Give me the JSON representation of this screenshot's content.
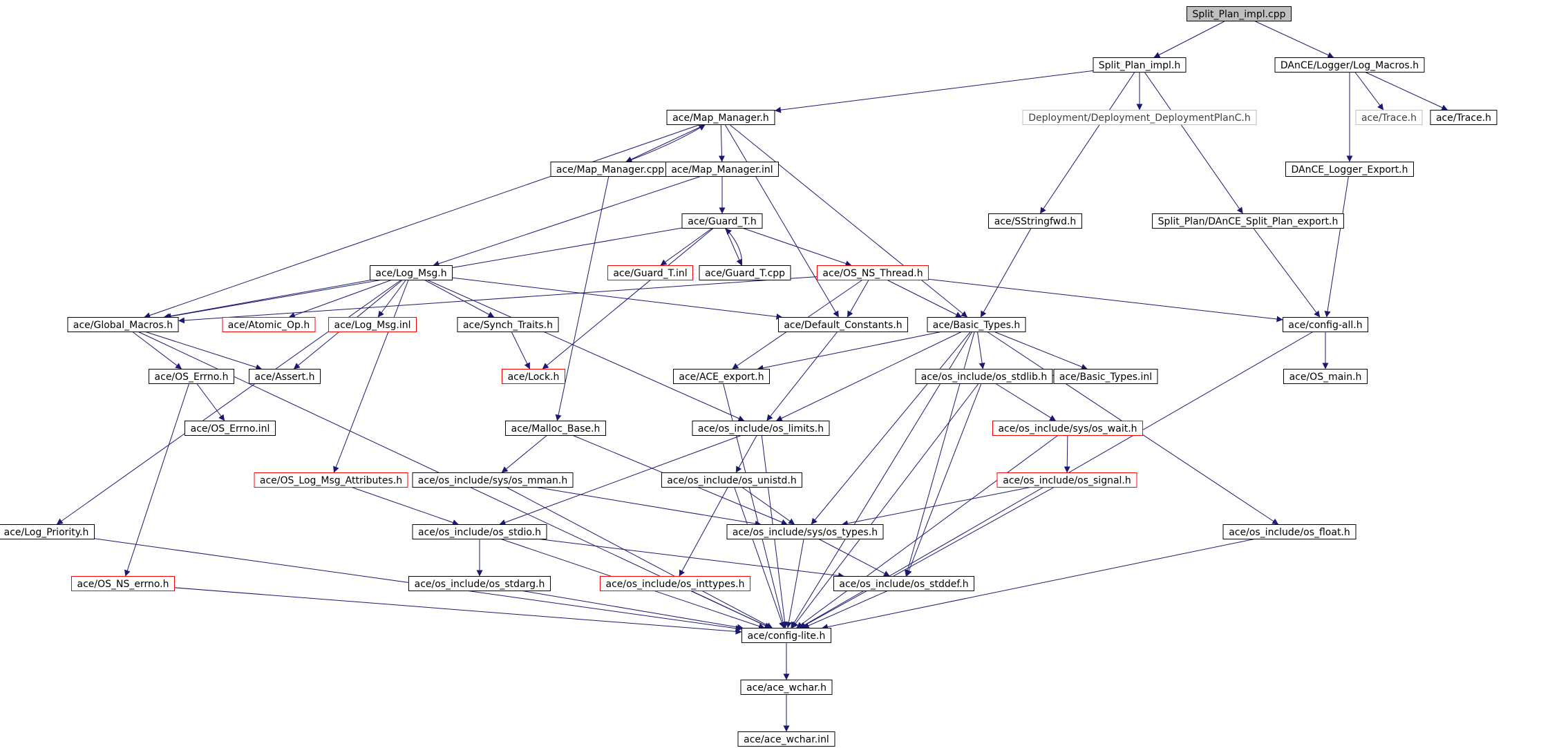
{
  "colors": {
    "background": "#ffffff",
    "edge": "#191970",
    "node_normal_border": "#000000",
    "node_truncated_border": "#ff0000",
    "node_external_border": "#bfbfbf",
    "node_root_fill": "#bfbfbf",
    "text": "#000000",
    "external_text": "#404040"
  },
  "nodes": [
    {
      "id": "root",
      "label": "Split_Plan_impl.cpp",
      "kind": "root"
    },
    {
      "id": "split_plan_h",
      "label": "Split_Plan_impl.h",
      "kind": "normal"
    },
    {
      "id": "log_macros",
      "label": "DAnCE/Logger/Log_Macros.h",
      "kind": "normal"
    },
    {
      "id": "map_manager_h",
      "label": "ace/Map_Manager.h",
      "kind": "normal"
    },
    {
      "id": "deployment_planc",
      "label": "Deployment/Deployment_DeploymentPlanC.h",
      "kind": "external"
    },
    {
      "id": "trace_gray",
      "label": "ace/Trace.h",
      "kind": "external"
    },
    {
      "id": "trace_h",
      "label": "ace/Trace.h",
      "kind": "normal"
    },
    {
      "id": "map_manager_cpp",
      "label": "ace/Map_Manager.cpp",
      "kind": "normal"
    },
    {
      "id": "map_manager_inl",
      "label": "ace/Map_Manager.inl",
      "kind": "normal"
    },
    {
      "id": "dance_logger_export",
      "label": "DAnCE_Logger_Export.h",
      "kind": "normal"
    },
    {
      "id": "guard_t_h",
      "label": "ace/Guard_T.h",
      "kind": "normal"
    },
    {
      "id": "sstringfwd",
      "label": "ace/SStringfwd.h",
      "kind": "normal"
    },
    {
      "id": "split_plan_export",
      "label": "Split_Plan/DAnCE_Split_Plan_export.h",
      "kind": "normal"
    },
    {
      "id": "log_msg_h",
      "label": "ace/Log_Msg.h",
      "kind": "normal"
    },
    {
      "id": "guard_t_inl",
      "label": "ace/Guard_T.inl",
      "kind": "truncated"
    },
    {
      "id": "guard_t_cpp",
      "label": "ace/Guard_T.cpp",
      "kind": "normal"
    },
    {
      "id": "os_ns_thread",
      "label": "ace/OS_NS_Thread.h",
      "kind": "truncated"
    },
    {
      "id": "global_macros",
      "label": "ace/Global_Macros.h",
      "kind": "normal"
    },
    {
      "id": "atomic_op",
      "label": "ace/Atomic_Op.h",
      "kind": "truncated"
    },
    {
      "id": "log_msg_inl",
      "label": "ace/Log_Msg.inl",
      "kind": "truncated"
    },
    {
      "id": "synch_traits",
      "label": "ace/Synch_Traits.h",
      "kind": "normal"
    },
    {
      "id": "default_constants",
      "label": "ace/Default_Constants.h",
      "kind": "normal"
    },
    {
      "id": "basic_types_h",
      "label": "ace/Basic_Types.h",
      "kind": "normal"
    },
    {
      "id": "config_all",
      "label": "ace/config-all.h",
      "kind": "normal"
    },
    {
      "id": "os_errno_h",
      "label": "ace/OS_Errno.h",
      "kind": "normal"
    },
    {
      "id": "assert_h",
      "label": "ace/Assert.h",
      "kind": "normal"
    },
    {
      "id": "lock_h",
      "label": "ace/Lock.h",
      "kind": "truncated"
    },
    {
      "id": "ace_export",
      "label": "ace/ACE_export.h",
      "kind": "normal"
    },
    {
      "id": "os_stdlib",
      "label": "ace/os_include/os_stdlib.h",
      "kind": "normal"
    },
    {
      "id": "basic_types_inl",
      "label": "ace/Basic_Types.inl",
      "kind": "normal"
    },
    {
      "id": "os_main",
      "label": "ace/OS_main.h",
      "kind": "normal"
    },
    {
      "id": "os_errno_inl",
      "label": "ace/OS_Errno.inl",
      "kind": "normal"
    },
    {
      "id": "malloc_base",
      "label": "ace/Malloc_Base.h",
      "kind": "normal"
    },
    {
      "id": "os_limits",
      "label": "ace/os_include/os_limits.h",
      "kind": "normal"
    },
    {
      "id": "os_wait",
      "label": "ace/os_include/sys/os_wait.h",
      "kind": "truncated"
    },
    {
      "id": "os_log_msg_attributes",
      "label": "ace/OS_Log_Msg_Attributes.h",
      "kind": "truncated"
    },
    {
      "id": "os_mman",
      "label": "ace/os_include/sys/os_mman.h",
      "kind": "normal"
    },
    {
      "id": "os_unistd",
      "label": "ace/os_include/os_unistd.h",
      "kind": "normal"
    },
    {
      "id": "os_signal",
      "label": "ace/os_include/os_signal.h",
      "kind": "truncated"
    },
    {
      "id": "log_priority",
      "label": "ace/Log_Priority.h",
      "kind": "normal"
    },
    {
      "id": "os_stdio",
      "label": "ace/os_include/os_stdio.h",
      "kind": "normal"
    },
    {
      "id": "os_types",
      "label": "ace/os_include/sys/os_types.h",
      "kind": "normal"
    },
    {
      "id": "os_float",
      "label": "ace/os_include/os_float.h",
      "kind": "normal"
    },
    {
      "id": "os_ns_errno",
      "label": "ace/OS_NS_errno.h",
      "kind": "truncated"
    },
    {
      "id": "os_stdarg",
      "label": "ace/os_include/os_stdarg.h",
      "kind": "normal"
    },
    {
      "id": "os_inttypes",
      "label": "ace/os_include/os_inttypes.h",
      "kind": "truncated"
    },
    {
      "id": "os_stddef",
      "label": "ace/os_include/os_stddef.h",
      "kind": "normal"
    },
    {
      "id": "config_lite",
      "label": "ace/config-lite.h",
      "kind": "normal"
    },
    {
      "id": "ace_wchar_h",
      "label": "ace/ace_wchar.h",
      "kind": "normal"
    },
    {
      "id": "ace_wchar_inl",
      "label": "ace/ace_wchar.inl",
      "kind": "normal"
    }
  ],
  "edges": [
    [
      "root",
      "split_plan_h"
    ],
    [
      "root",
      "log_macros"
    ],
    [
      "split_plan_h",
      "map_manager_h"
    ],
    [
      "split_plan_h",
      "deployment_planc"
    ],
    [
      "split_plan_h",
      "sstringfwd"
    ],
    [
      "split_plan_h",
      "split_plan_export"
    ],
    [
      "log_macros",
      "trace_gray"
    ],
    [
      "log_macros",
      "trace_h"
    ],
    [
      "log_macros",
      "dance_logger_export"
    ],
    [
      "map_manager_h",
      "map_manager_cpp"
    ],
    [
      "map_manager_h",
      "map_manager_inl"
    ],
    [
      "map_manager_h",
      "global_macros"
    ],
    [
      "map_manager_h",
      "default_constants"
    ],
    [
      "map_manager_h",
      "basic_types_h"
    ],
    [
      "map_manager_cpp",
      "map_manager_h"
    ],
    [
      "map_manager_cpp",
      "malloc_base"
    ],
    [
      "map_manager_inl",
      "guard_t_h"
    ],
    [
      "map_manager_inl",
      "log_msg_h"
    ],
    [
      "guard_t_h",
      "guard_t_inl"
    ],
    [
      "guard_t_h",
      "guard_t_cpp"
    ],
    [
      "guard_t_h",
      "os_ns_thread"
    ],
    [
      "guard_t_h",
      "lock_h"
    ],
    [
      "guard_t_h",
      "global_macros"
    ],
    [
      "guard_t_cpp",
      "guard_t_h"
    ],
    [
      "sstringfwd",
      "basic_types_h"
    ],
    [
      "split_plan_export",
      "config_all"
    ],
    [
      "dance_logger_export",
      "config_all"
    ],
    [
      "log_msg_h",
      "global_macros"
    ],
    [
      "log_msg_h",
      "atomic_op"
    ],
    [
      "log_msg_h",
      "log_msg_inl"
    ],
    [
      "log_msg_h",
      "synch_traits"
    ],
    [
      "log_msg_h",
      "default_constants"
    ],
    [
      "log_msg_h",
      "assert_h"
    ],
    [
      "log_msg_h",
      "log_priority"
    ],
    [
      "log_msg_h",
      "os_log_msg_attributes"
    ],
    [
      "log_msg_h",
      "os_limits"
    ],
    [
      "os_ns_thread",
      "global_macros"
    ],
    [
      "os_ns_thread",
      "default_constants"
    ],
    [
      "os_ns_thread",
      "basic_types_h"
    ],
    [
      "os_ns_thread",
      "config_all"
    ],
    [
      "os_ns_thread",
      "ace_export"
    ],
    [
      "global_macros",
      "os_errno_h"
    ],
    [
      "global_macros",
      "assert_h"
    ],
    [
      "global_macros",
      "config_lite"
    ],
    [
      "synch_traits",
      "lock_h"
    ],
    [
      "default_constants",
      "os_limits"
    ],
    [
      "basic_types_h",
      "ace_export"
    ],
    [
      "basic_types_h",
      "os_stdlib"
    ],
    [
      "basic_types_h",
      "basic_types_inl"
    ],
    [
      "basic_types_h",
      "os_limits"
    ],
    [
      "basic_types_h",
      "os_types"
    ],
    [
      "basic_types_h",
      "os_stddef"
    ],
    [
      "basic_types_h",
      "os_float"
    ],
    [
      "basic_types_h",
      "config_lite"
    ],
    [
      "config_all",
      "os_main"
    ],
    [
      "config_all",
      "config_lite"
    ],
    [
      "os_errno_h",
      "os_errno_inl"
    ],
    [
      "os_errno_h",
      "os_ns_errno"
    ],
    [
      "ace_export",
      "config_lite"
    ],
    [
      "os_stdlib",
      "os_wait"
    ],
    [
      "os_stdlib",
      "os_stddef"
    ],
    [
      "os_stdlib",
      "config_lite"
    ],
    [
      "malloc_base",
      "os_mman"
    ],
    [
      "malloc_base",
      "os_types"
    ],
    [
      "os_limits",
      "os_unistd"
    ],
    [
      "os_limits",
      "os_stdio"
    ],
    [
      "os_limits",
      "config_lite"
    ],
    [
      "os_wait",
      "os_signal"
    ],
    [
      "os_wait",
      "config_lite"
    ],
    [
      "os_log_msg_attributes",
      "os_stdio"
    ],
    [
      "os_mman",
      "os_types"
    ],
    [
      "os_mman",
      "config_lite"
    ],
    [
      "os_unistd",
      "os_types"
    ],
    [
      "os_unistd",
      "os_inttypes"
    ],
    [
      "os_unistd",
      "config_lite"
    ],
    [
      "os_signal",
      "os_types"
    ],
    [
      "os_signal",
      "config_lite"
    ],
    [
      "log_priority",
      "config_lite"
    ],
    [
      "os_stdio",
      "os_stdarg"
    ],
    [
      "os_stdio",
      "os_stddef"
    ],
    [
      "os_stdio",
      "config_lite"
    ],
    [
      "os_types",
      "os_stddef"
    ],
    [
      "os_types",
      "config_lite"
    ],
    [
      "os_float",
      "config_lite"
    ],
    [
      "os_ns_errno",
      "config_lite"
    ],
    [
      "os_stdarg",
      "config_lite"
    ],
    [
      "os_inttypes",
      "config_lite"
    ],
    [
      "os_stddef",
      "config_lite"
    ],
    [
      "config_lite",
      "ace_wchar_h"
    ],
    [
      "ace_wchar_h",
      "ace_wchar_inl"
    ]
  ]
}
